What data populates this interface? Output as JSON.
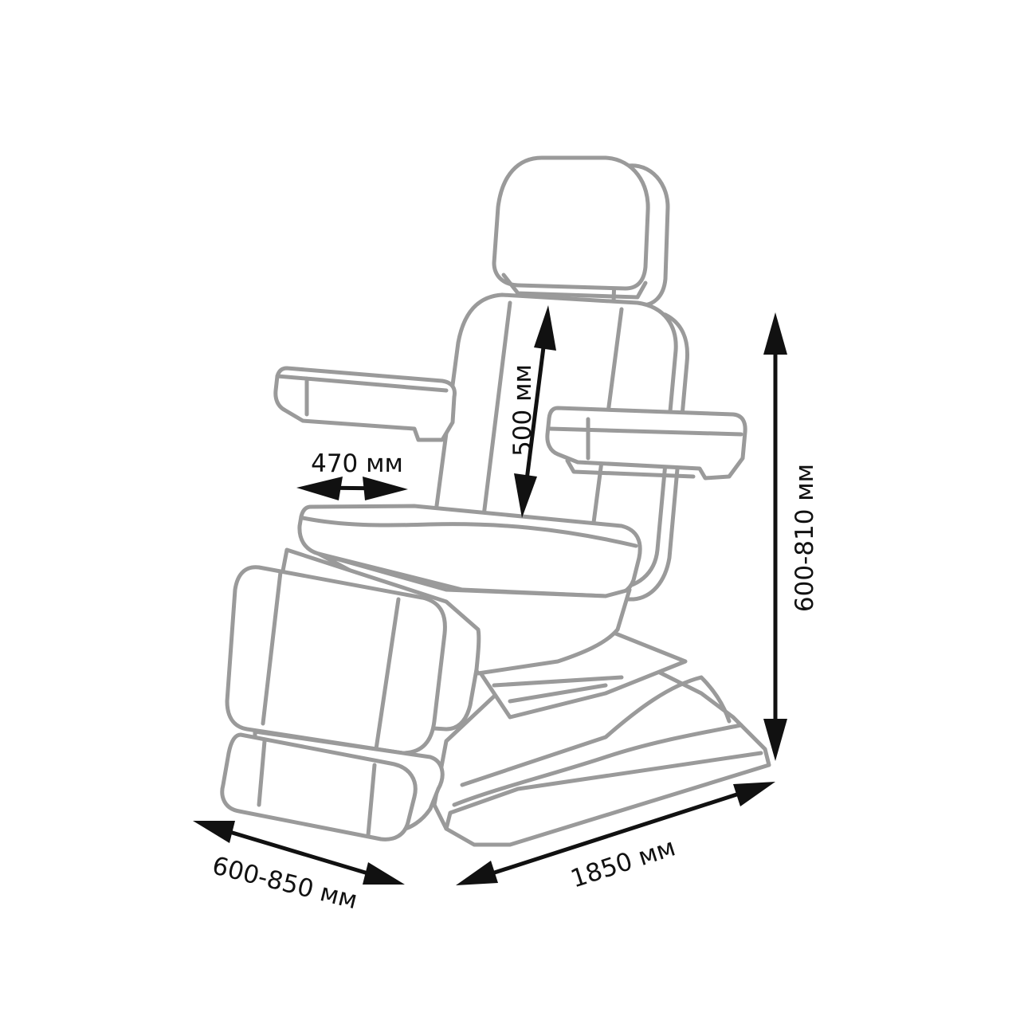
{
  "diagram": {
    "subject": "cosmetology-chair",
    "colors": {
      "outline": "#9a9a9a",
      "dimension": "#111111",
      "background": "#ffffff"
    },
    "dimensions": {
      "seat_width": "470 мм",
      "backrest_height": "500 мм",
      "total_height": "600-810 мм",
      "total_length": "1850 мм",
      "total_width": "600-850 мм"
    }
  }
}
